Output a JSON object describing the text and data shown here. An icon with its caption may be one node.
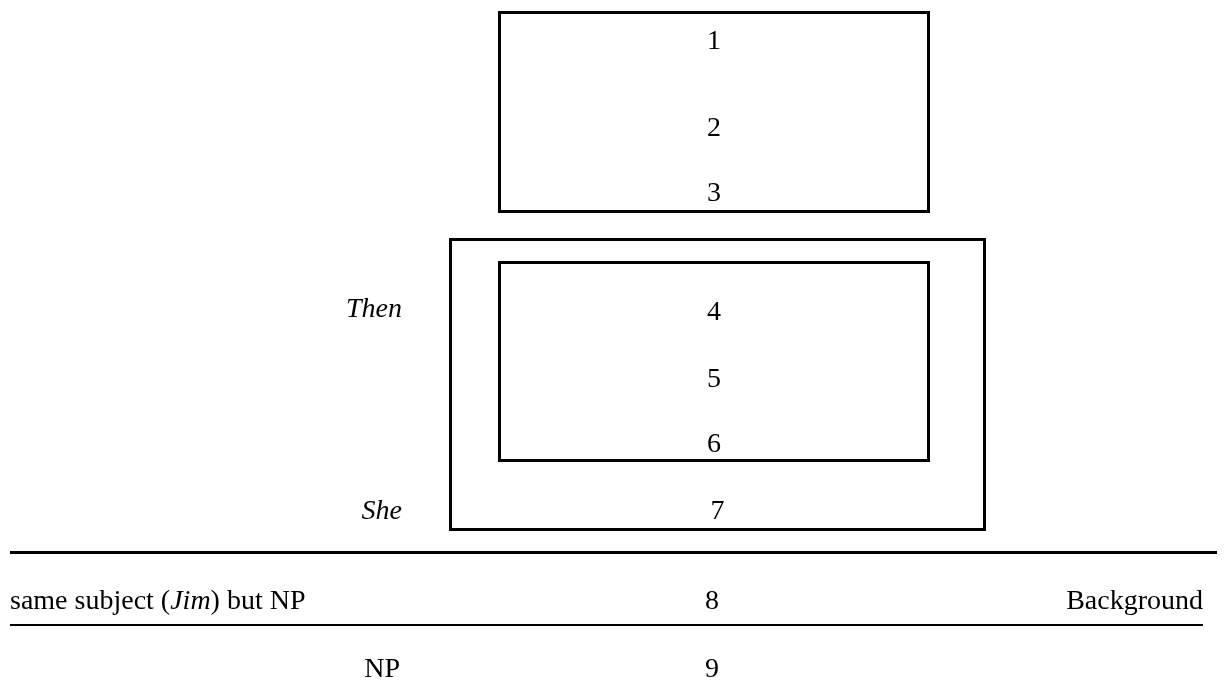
{
  "diagram": {
    "nodes": [
      {
        "text": [
          "1",
          "2",
          "3"
        ]
      },
      {
        "text": [
          "7"
        ]
      },
      {
        "text": [
          "4",
          "5",
          "6"
        ],
        "in": 1
      }
    ],
    "labels": [
      "Then",
      "She",
      "same subject (*Jim*) but NP",
      "8",
      "Background",
      "NP",
      "9"
    ]
  }
}
